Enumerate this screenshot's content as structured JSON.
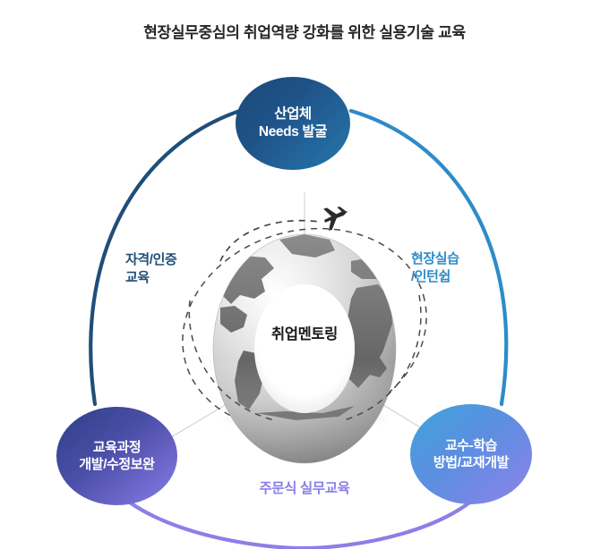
{
  "title": "현장실무중심의 취업역량 강화를 위한 실용기술 교육",
  "center": {
    "label": "취업멘토링",
    "icon": "globe-icon",
    "orbit_icon": "airplane-icon"
  },
  "nodes": [
    {
      "id": "top",
      "line1": "산업체",
      "line2": "Needs 발굴",
      "color_from": "#1b4a78",
      "color_to": "#2577ad"
    },
    {
      "id": "bottom-left",
      "line1": "교육과정",
      "line2": "개발/수정보완",
      "color_from": "#2c3f87",
      "color_to": "#8a7ce8"
    },
    {
      "id": "bottom-right",
      "line1": "교수-학습",
      "line2": "방법/교재개발",
      "color_from": "#3fa3dd",
      "color_to": "#8f81ea"
    }
  ],
  "arc_labels": [
    {
      "id": "left",
      "line1": "자격/인증",
      "line2": "교육",
      "color": "#1f4e79"
    },
    {
      "id": "right",
      "line1": "현장실습",
      "line2": "/인턴쉽",
      "color": "#2e8bc9"
    },
    {
      "id": "bottom",
      "line1": "주문식 실무교육",
      "color": "#8b7fe8"
    }
  ],
  "arcs": [
    {
      "id": "arc-left",
      "from": "top",
      "to": "bottom-left",
      "color": "#1f4e79"
    },
    {
      "id": "arc-right",
      "from": "top",
      "to": "bottom-right",
      "color": "#2e8bc9"
    },
    {
      "id": "arc-bottom",
      "from": "bottom-left",
      "to": "bottom-right",
      "color": "#8b7fe8"
    }
  ]
}
